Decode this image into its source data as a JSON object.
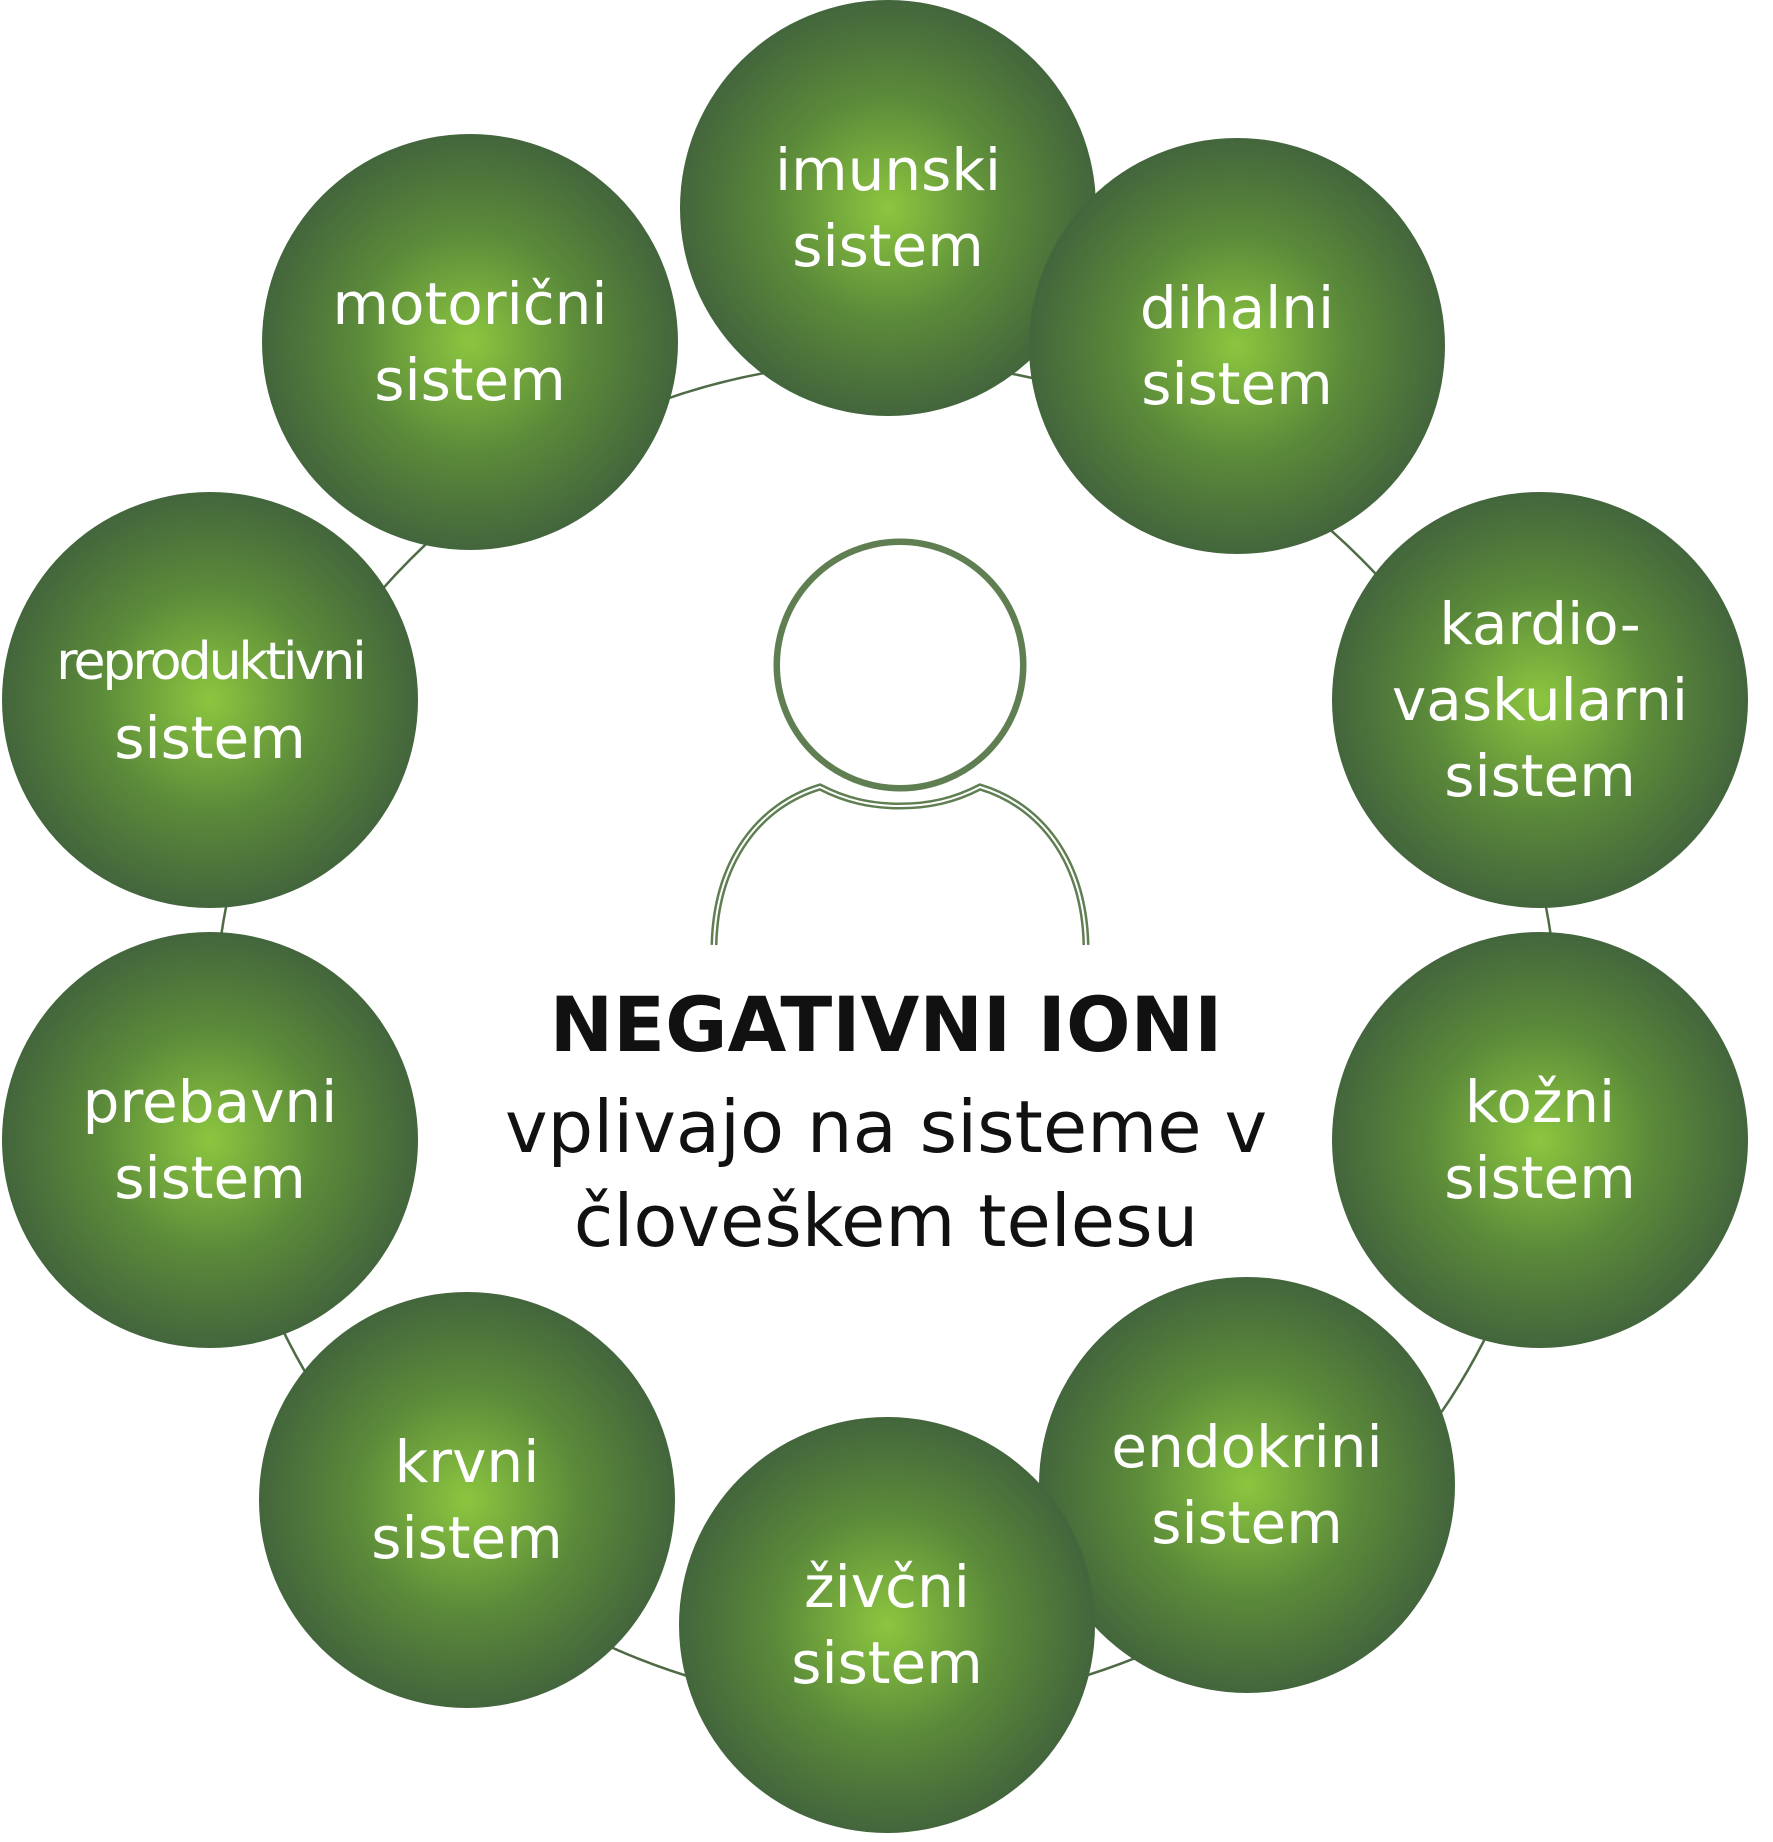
{
  "colors": {
    "circle_center": "#8cc63f",
    "circle_mid": "#5b8a3a",
    "circle_edge": "#3e5d3c",
    "ring_line": "#4f6b46",
    "person_outline": "#5f7f52",
    "text_dark": "#111111",
    "text_light": "#ffffff"
  },
  "center": {
    "icon": "person-icon",
    "title": "NEGATIVNI IONI",
    "subtitle_lines": [
      "vplivajo na sisteme v",
      "človeškem telesu"
    ]
  },
  "systems": [
    {
      "id": "imunski",
      "lines": [
        "imunski",
        "sistem"
      ]
    },
    {
      "id": "dihalni",
      "lines": [
        "dihalni",
        "sistem"
      ]
    },
    {
      "id": "kardiovaskularni",
      "lines": [
        "kardio-",
        "vaskularni",
        "sistem"
      ]
    },
    {
      "id": "kozni",
      "lines": [
        "kožni",
        "sistem"
      ]
    },
    {
      "id": "endokrini",
      "lines": [
        "endokrini",
        "sistem"
      ]
    },
    {
      "id": "zivcni",
      "lines": [
        "živčni",
        "sistem"
      ]
    },
    {
      "id": "krvni",
      "lines": [
        "krvni",
        "sistem"
      ]
    },
    {
      "id": "prebavni",
      "lines": [
        "prebavni",
        "sistem"
      ]
    },
    {
      "id": "reproduktivni",
      "lines": [
        "reproduktivni",
        "sistem"
      ]
    },
    {
      "id": "motoricni",
      "lines": [
        "motorični",
        "sistem"
      ]
    }
  ]
}
